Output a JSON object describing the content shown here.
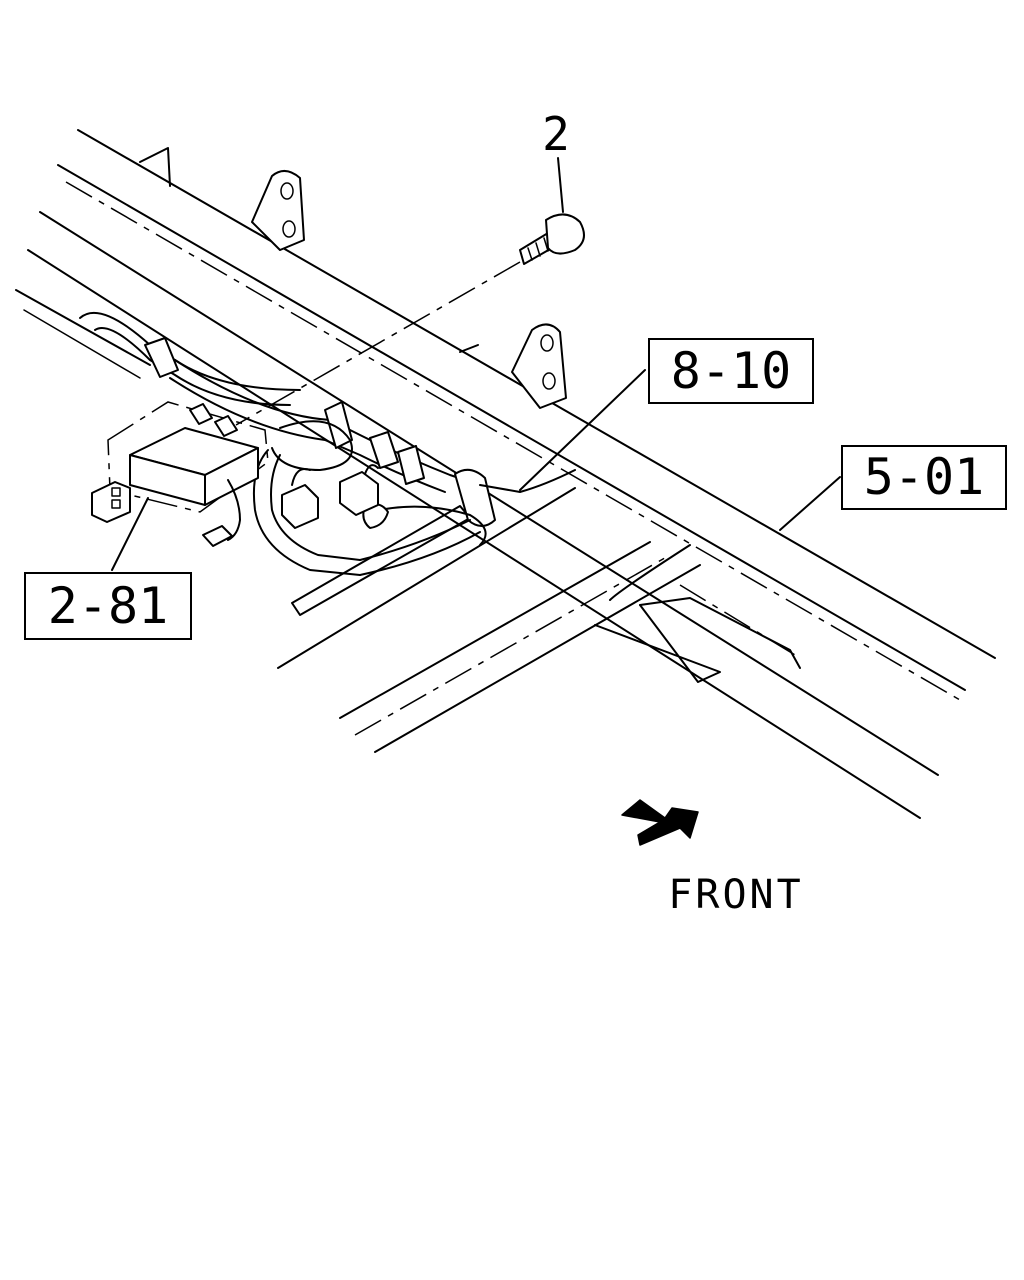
{
  "callouts": {
    "bolt": "2",
    "harness": "8-10",
    "frame": "5-01",
    "module": "2-81"
  },
  "direction": {
    "label": "FRONT"
  }
}
